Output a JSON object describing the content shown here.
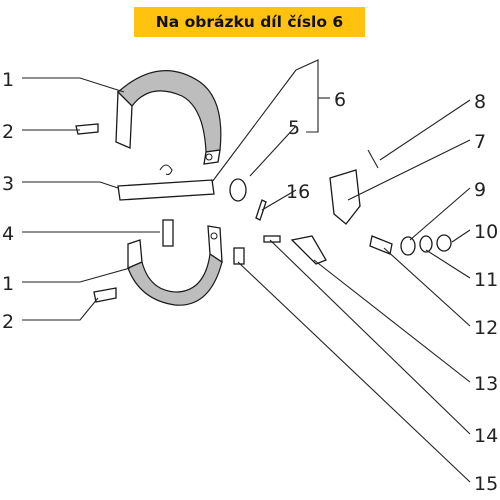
{
  "banner": {
    "text": "Na obrázku díl číslo 6",
    "background": "#ffc20e"
  },
  "callouts": {
    "c1a": "1",
    "c2a": "2",
    "c3": "3",
    "c4": "4",
    "c1b": "1",
    "c2b": "2",
    "c5": "5",
    "c6": "6",
    "c7": "7",
    "c8": "8",
    "c9": "9",
    "c10": "10",
    "c11": "11",
    "c12": "12",
    "c13": "13",
    "c14": "14",
    "c15": "15",
    "c16": "16"
  }
}
